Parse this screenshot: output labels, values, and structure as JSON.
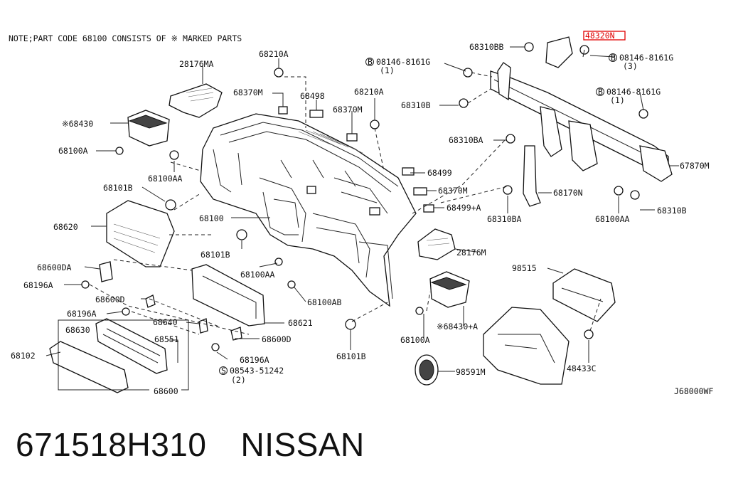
{
  "note": "NOTE;PART CODE 68100 CONSISTS OF ※ MARKED PARTS",
  "highlight_label": "48320N",
  "diagram_code": "J68000WF",
  "labels": {
    "l28176MA": "28176MA",
    "l68210A_1": "68210A",
    "l68370M_1": "68370M",
    "l68498": "68498",
    "l68210A_2": "68210A",
    "l68370M_2": "68370M",
    "l68430": "※68430",
    "l68100A_1": "68100A",
    "l68100AA_1": "68100AA",
    "l68101B_1": "68101B",
    "l68100": "68100",
    "l68620": "68620",
    "l68101B_2": "68101B",
    "l68600DA": "68600DA",
    "l68196A_1": "68196A",
    "l68600D": "68600D",
    "l68196A_2": "68196A",
    "l68100AA_2": "68100AA",
    "l68100AB": "68100AB",
    "l68640": "68640",
    "l68621": "68621",
    "l68630": "68630",
    "l68551": "68551",
    "l68600D_2": "68600D",
    "l68196A_3": "68196A",
    "l68102": "68102",
    "l08543": "08543-51242",
    "l08543q": "(2)",
    "l68600": "68600",
    "l68310BB": "68310BB",
    "l08146_1": "08146-8161G",
    "l08146_1q": "(1)",
    "l08146_2": "08146-8161G",
    "l08146_2q": "(3)",
    "l08146_3": "08146-8161G",
    "l08146_3q": "(1)",
    "l68310B_1": "68310B",
    "l68310BA_1": "68310BA",
    "l68499": "68499",
    "l68370M_3": "68370M",
    "l68499A": "68499+A",
    "l68170N": "68170N",
    "l68310BA_2": "68310BA",
    "l67870M": "67870M",
    "l68100AA_3": "68100AA",
    "l68310B_2": "68310B",
    "l28176M": "28176M",
    "l98515": "98515",
    "l68430A": "※68430+A",
    "l68100A_2": "68100A",
    "l68101B_3": "68101B",
    "l98591M": "98591M",
    "l48433C": "48433C"
  },
  "caption": {
    "part_number": "671518H310",
    "brand": "NISSAN"
  }
}
